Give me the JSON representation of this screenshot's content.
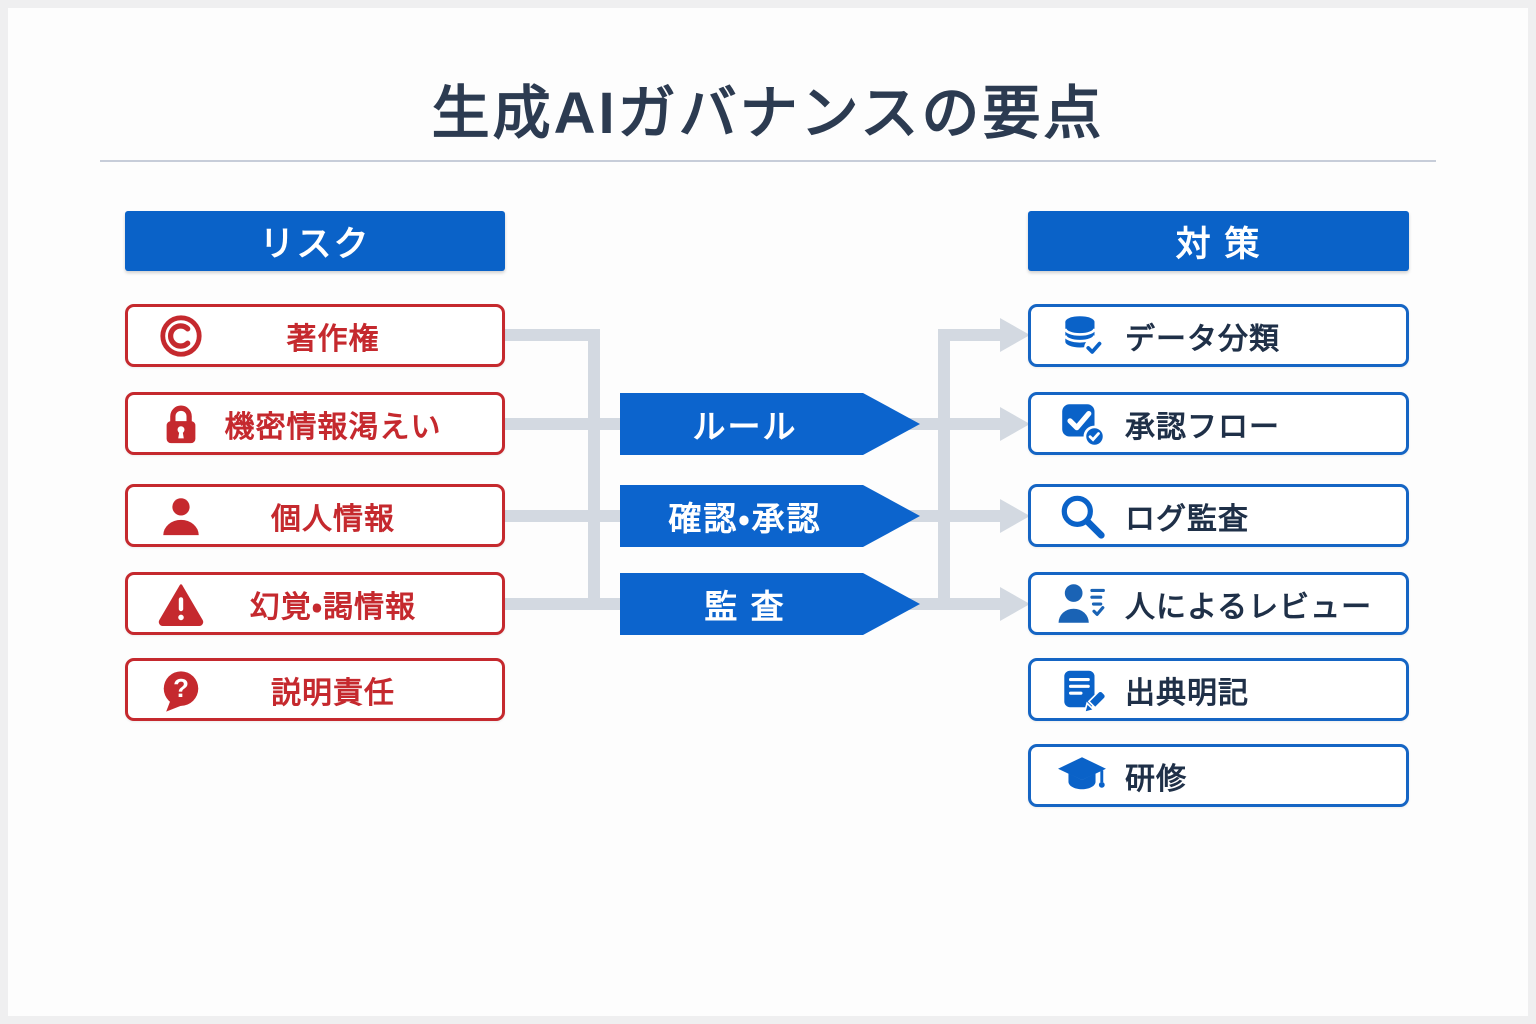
{
  "title": "生成AIガバナンスの要点",
  "risk": {
    "header": "リスク",
    "items": [
      {
        "label": "著作権",
        "icon": "copyright-icon"
      },
      {
        "label": "機密情報渇えい",
        "icon": "lock-icon"
      },
      {
        "label": "個人情報",
        "icon": "person-icon"
      },
      {
        "label": "幻覚・謁情報",
        "icon": "warning-icon"
      },
      {
        "label": "説明責任",
        "icon": "question-bubble-icon"
      }
    ]
  },
  "process": {
    "arrows": [
      {
        "label": "ルール"
      },
      {
        "label": "確認・承認"
      },
      {
        "label": "監 査"
      }
    ]
  },
  "measures": {
    "header": "対 策",
    "items": [
      {
        "label": "データ分類",
        "icon": "database-check-icon"
      },
      {
        "label": "承認フロー",
        "icon": "checkbox-check-icon"
      },
      {
        "label": "ログ監査",
        "icon": "search-icon"
      },
      {
        "label": "人によるレビュー",
        "icon": "person-review-icon"
      },
      {
        "label": "出典明記",
        "icon": "document-pen-icon"
      },
      {
        "label": "研修",
        "icon": "graduation-cap-icon"
      }
    ]
  },
  "colors": {
    "accent_blue": "#0a62c8",
    "accent_red": "#c5292e",
    "title_navy": "#2c3b51",
    "measure_text_navy": "#1f3048",
    "connector_gray": "#d3d9e1"
  }
}
